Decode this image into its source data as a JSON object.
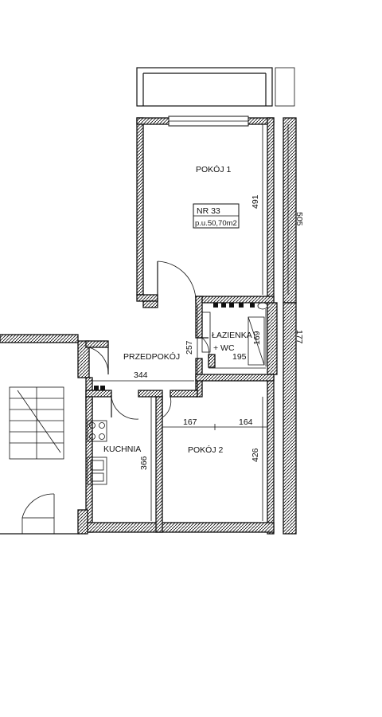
{
  "apartment": {
    "number": "NR 33",
    "area": "p.u.50,70m2"
  },
  "rooms": {
    "pokoj1": "POKÓJ 1",
    "pokoj2": "POKÓJ 2",
    "przedpokoj": "PRZEDPOKÓJ",
    "lazienka": "ŁAZIENKA",
    "wc": "+ WC",
    "kuchnia": "KUCHNIA"
  },
  "dimensions": {
    "pokoj1_height": "491",
    "right_outer": "505",
    "right_lower_outer": "177",
    "przedpokoj_width": "344",
    "przedpokoj_height": "257",
    "lazienka_width": "195",
    "lazienka_height": "169",
    "kuchnia_width": "167",
    "pokoj2_width": "164",
    "pokoj2_height": "426",
    "kuchnia_height": "366"
  }
}
